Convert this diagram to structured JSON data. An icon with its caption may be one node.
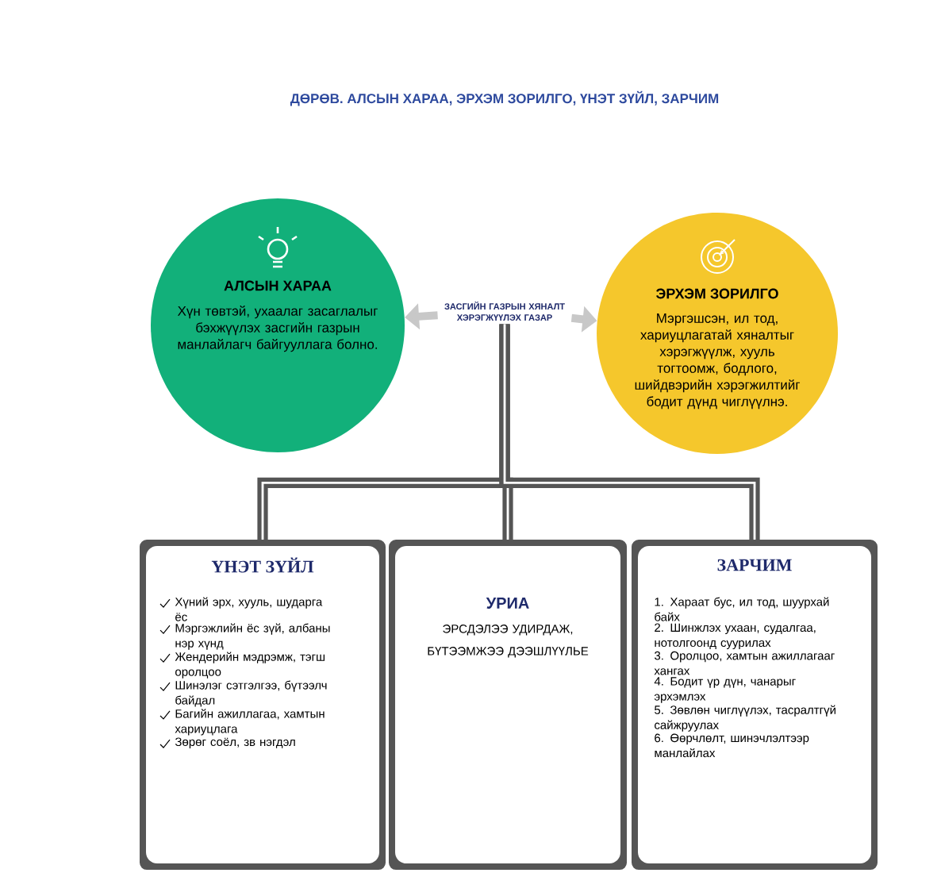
{
  "diagram": {
    "title": "ДӨРӨВ. АЛСЫН ХАРАА, ЭРХЭМ ЗОРИЛГО, ҮНЭТ ЗҮЙЛ, ЗАРЧИМ",
    "nodes": [
      {
        "text": [
          "АЛСЫН ХАРАА",
          "Хүн төвтэй, ухаалаг засаглалыг бэхжүүлэх засгийн газрын манлайлагч байгууллага болно."
        ]
      },
      {
        "text": [
          "ЗАСГИЙН ГАЗРЫН ХЯНАЛТ ХЭРЭГЖҮҮЛЭХ ГАЗАР"
        ]
      },
      {
        "text": [
          "ЭРХЭМ ЗОРИЛГО",
          "Мэргэшсэн, ил тод, хариуцлагатай хяналтыг хэрэгжүүлж, хууль тогтоомж, бодлого, шийдвэрийн хэрэгжилтийг бодит дүнд чиглүүлнэ."
        ]
      },
      {
        "text": [
          "ҮНЭТ ЗҮЙЛ",
          "Хүний эрх, хууль, шударга ёс",
          "Мэргэжлийн ёс зүй, албаны нэр хүнд",
          "Жендерийн мэдрэмж, тэгш оролцоо",
          "Шинэлэг сэтгэлгээ, бүтээлч байдал",
          "Багийн ажиллагаа, хамтын хариуцлага",
          "Зөрөг соёл, зв нэгдэл"
        ]
      },
      {
        "text": [
          "УРИА",
          "ЭРСДЭЛЭЭ УДИРДАЖ, БҮТЭЭМЖЭЭ ДЭЭШЛҮҮЛЬЕ"
        ]
      },
      {
        "text": [
          "ЗАРЧИМ",
          "1. Хараат бус, ил тод, шуурхай байх",
          "2. Шинжлэх ухаан, судалгаа, нотолгоонд суурилах",
          "3. Оролцоо, хамтын ажиллагааг хангах",
          "4. Бодит үр дүн, чанарыг эрхэмлэх",
          "5. Зөвлөн чиглүүлэх, тасралтгүй сайжруулах",
          "6. Өөрчлөлт, шинэчлэлтээр манлайлах"
        ]
      }
    ],
    "edges": [
      {
        "from": 1,
        "to": 0,
        "arrow": "to",
        "color": "#c8c8c8"
      },
      {
        "from": 1,
        "to": 2,
        "arrow": "to",
        "color": "#c8c8c8"
      },
      {
        "from": 1,
        "to": 3,
        "arrow": "none"
      },
      {
        "from": 1,
        "to": 4,
        "arrow": "none"
      },
      {
        "from": 1,
        "to": 5,
        "arrow": "none"
      }
    ]
  }
}
